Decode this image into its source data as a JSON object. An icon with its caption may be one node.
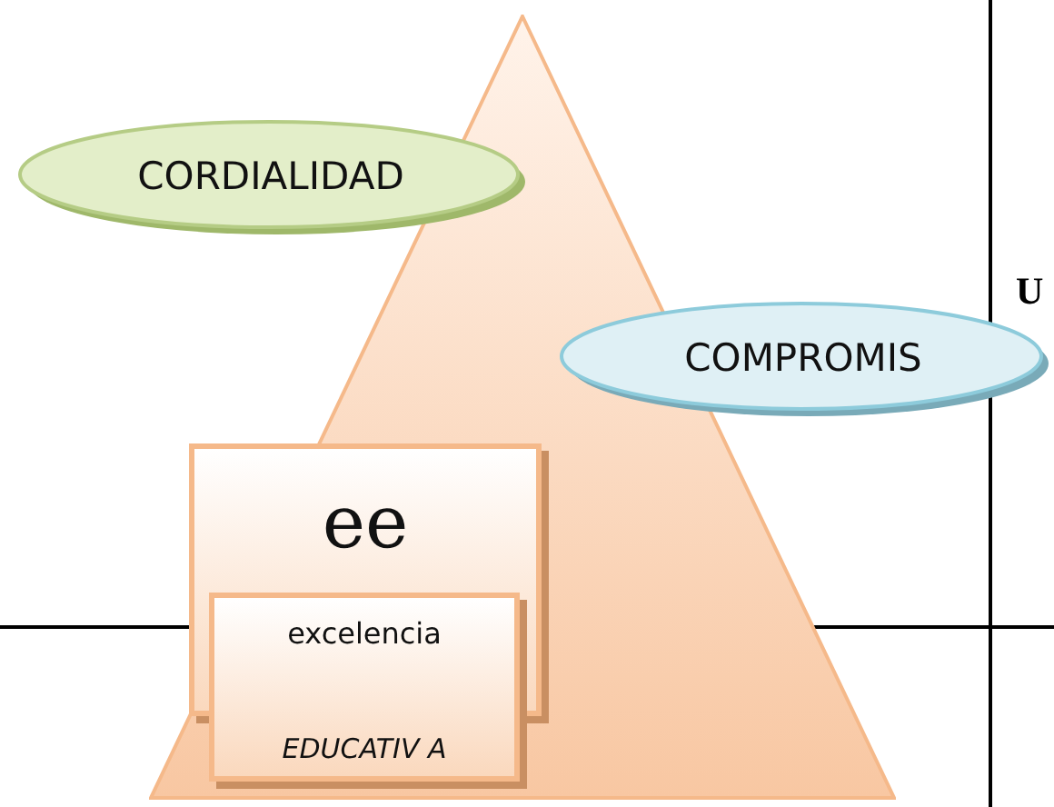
{
  "diagram": {
    "nodes": [
      {
        "text": [],
        "shape": "triangle"
      },
      {
        "text": [
          "CORDIALIDAD"
        ]
      },
      {
        "text": [
          "COMPROMIS"
        ]
      },
      {
        "text": [
          "ee"
        ],
        "in": 0
      },
      {
        "text": [
          "excelencia",
          "EDUCATIV A"
        ],
        "in": 0
      }
    ],
    "labels": [
      "U"
    ]
  }
}
